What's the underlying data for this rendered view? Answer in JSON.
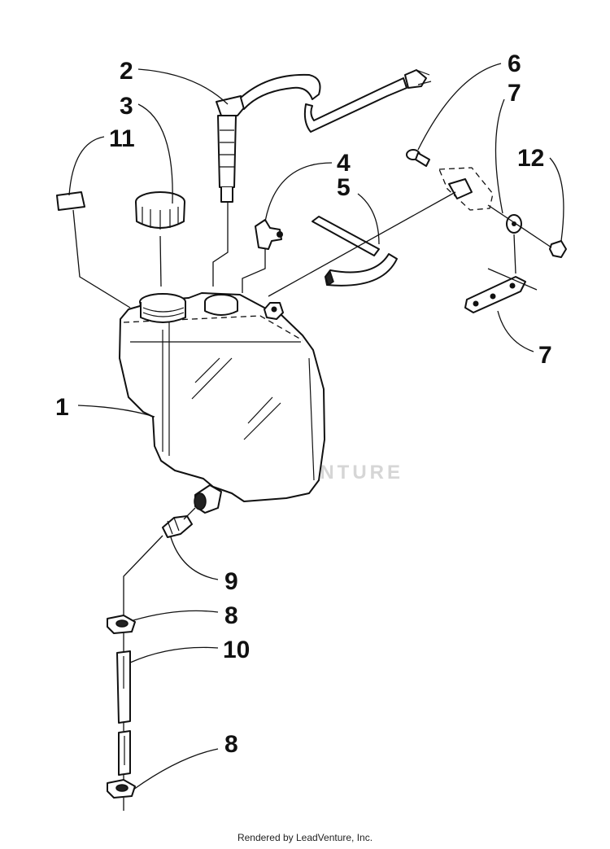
{
  "callouts": [
    {
      "id": "1",
      "label": "1"
    },
    {
      "id": "2",
      "label": "2"
    },
    {
      "id": "3",
      "label": "3"
    },
    {
      "id": "4",
      "label": "4"
    },
    {
      "id": "5",
      "label": "5"
    },
    {
      "id": "6",
      "label": "6"
    },
    {
      "id": "7a",
      "label": "7"
    },
    {
      "id": "7b",
      "label": "7"
    },
    {
      "id": "8a",
      "label": "8"
    },
    {
      "id": "8b",
      "label": "8"
    },
    {
      "id": "9",
      "label": "9"
    },
    {
      "id": "10",
      "label": "10"
    },
    {
      "id": "11",
      "label": "11"
    },
    {
      "id": "12",
      "label": "12"
    }
  ],
  "watermark": {
    "text": "LEADVENTURE",
    "color": "#d6d6d6"
  },
  "footer": {
    "text": "Rendered by LeadVenture, Inc."
  }
}
